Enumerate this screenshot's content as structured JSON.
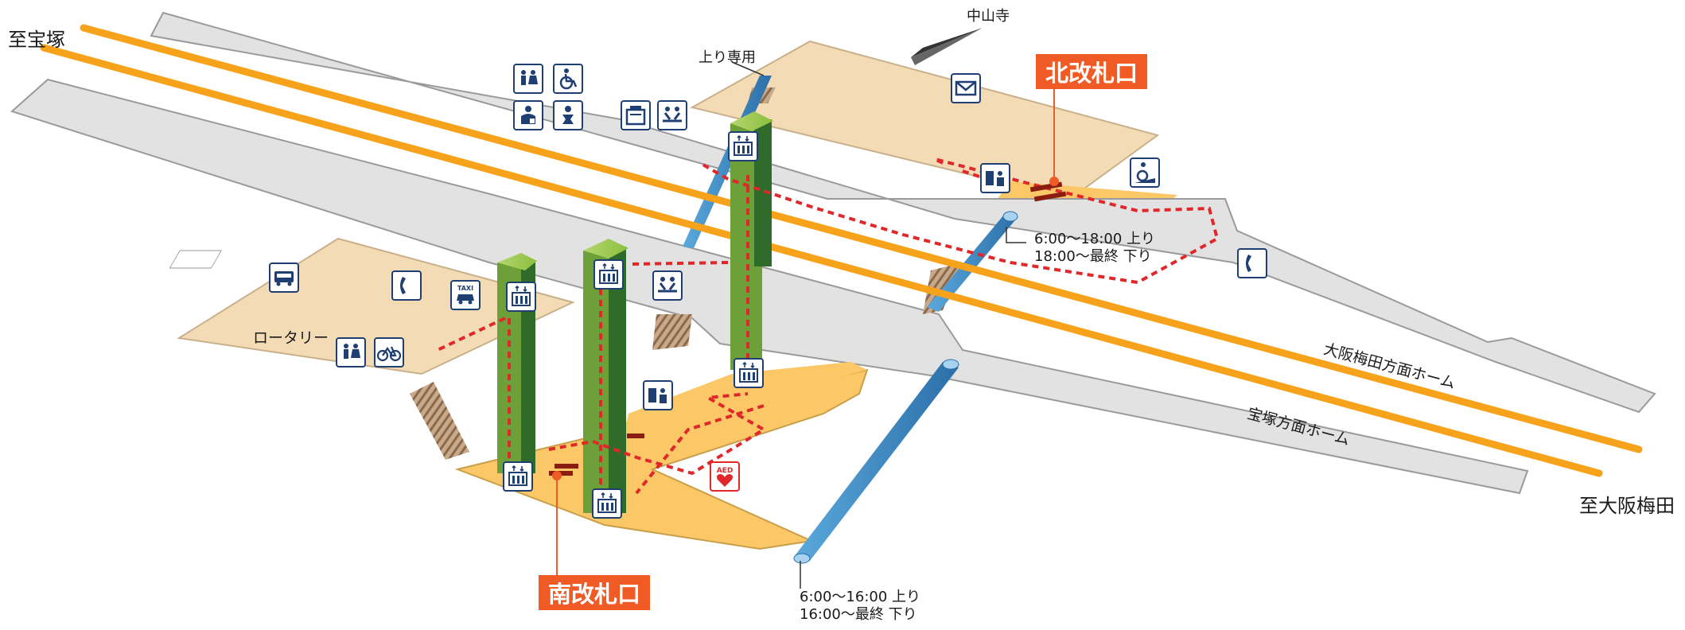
{
  "directions": {
    "to_takarazuka": "至宝塚",
    "to_osaka_umeda": "至大阪梅田",
    "nakayamadera": "中山寺"
  },
  "platforms": {
    "osaka_umeda": "大阪梅田方面ホーム",
    "takarazuka": "宝塚方面ホーム"
  },
  "gates": {
    "north": "北改札口",
    "south": "南改札口"
  },
  "labels": {
    "rotary": "ロータリー",
    "up_only": "上り専用",
    "escalator_north_line1": "6:00〜18:00 上り",
    "escalator_north_line2": "18:00〜最終 下り",
    "escalator_south_line1": "6:00〜16:00 上り",
    "escalator_south_line2": "16:00〜最終 下り"
  },
  "icons": [
    "restroom-icon",
    "wheelchair-icon",
    "ostomate-icon",
    "baby-care-icon",
    "ticket-machine-icon",
    "waiting-bench-icon",
    "elevator-icon",
    "mailbox-icon",
    "telephone-icon",
    "bus-icon",
    "taxi-icon",
    "bicycle-icon",
    "aed-icon",
    "fare-adjustment-icon",
    "wheelchair-ramp-icon"
  ],
  "colors": {
    "rail": "#f6a21b",
    "platform": "#e2e2e3",
    "concourse": "#fcc767",
    "plaza": "#f3dcb5",
    "elevator": "#6ea03a",
    "route": "#e0272a",
    "gate_label": "#f05a24",
    "icon_border": "#1f3f73"
  }
}
